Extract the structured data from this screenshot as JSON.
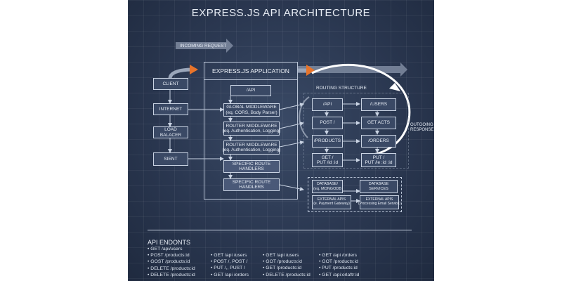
{
  "title": "EXPRESS.JS API ARCHITECTURE",
  "incoming_request": "INCOMING REQUEST",
  "outgoing_response": "OUTGOING\nRESPONSE",
  "client_column": [
    "CLIENT",
    "INTERNET",
    "LOAD BALACER",
    "SIENT"
  ],
  "app": {
    "title": "EXPRESS.JS APPLICATION",
    "boxes": [
      "/API",
      "GLOBAL MIDDLEWARE\n(eq. CORS, Body Parser)",
      "ROUTER MIDDLEWARE\n(eq. Authentication, Logging)",
      "ROUTER MIDDLEWARE\n(eq. Authentication, Logging)",
      "SPECIFIC ROUTE HANDLERS",
      "SPECIFIC ROUTE HANDLERS"
    ]
  },
  "routing": {
    "title": "ROUTING STRUCTURE",
    "boxes": [
      "/API",
      "/USERS",
      "POST /",
      "GET ACTS",
      "/PRODUCTS",
      "/ORDERS",
      "GET /\nPUT /id :id",
      "PUT /\nPUT /ie :id :id"
    ]
  },
  "services": {
    "boxes": [
      "DATABASE/\n(eq. MONGODB",
      "DATABASE\nSERVICES",
      "EXTERNAL APIS\n(e. Payment Gateway)",
      "EXTERNAL APIS\n(Processing Email Service)"
    ]
  },
  "endpoints": {
    "title": "API ENDONTS",
    "columns": [
      [
        "GET /api/users",
        "POST /products:id",
        "GOST /products:id",
        "DELETE /products:id",
        "DELETE /products:id"
      ],
      [
        "GET /api /users",
        "POST /, POST /",
        "PUT /,, PUST /",
        "GET /api /orders"
      ],
      [
        "GET /api /users",
        "GOT /products:id",
        "GET /products:id",
        "DELETE /products:id"
      ],
      [
        "GET /api /orders",
        "GOT /products:id",
        "PUT /products:id",
        "GET /api:orlaftr:id"
      ]
    ]
  },
  "colors": {
    "background": "#2a3750",
    "accent": "#e8742a",
    "box": "#3a4965",
    "line": "#c9d3e3"
  }
}
